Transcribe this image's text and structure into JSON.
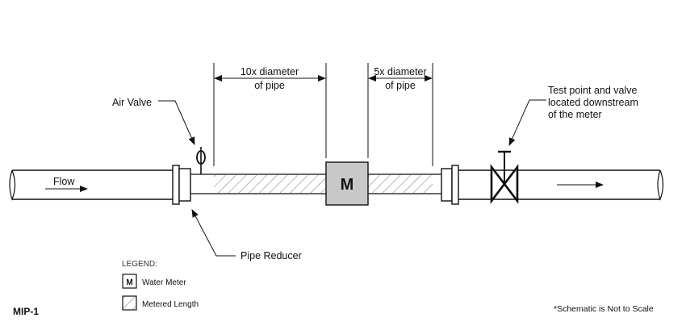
{
  "dimensions": {
    "upstream_line1": "10x diameter",
    "upstream_line2": "of pipe",
    "downstream_line1": "5x diameter",
    "downstream_line2": "of pipe"
  },
  "labels": {
    "air_valve": "Air Valve",
    "flow": "Flow",
    "test_point_line1": "Test point and valve",
    "test_point_line2": "located downstream",
    "test_point_line3": "of the meter",
    "pipe_reducer": "Pipe Reducer",
    "meter_letter": "M"
  },
  "legend": {
    "header": "LEGEND:",
    "meter_symbol": "M",
    "water_meter": "Water Meter",
    "metered_length": "Metered Length"
  },
  "figure_id": "MIP-1",
  "note": "*Schematic is Not to Scale"
}
